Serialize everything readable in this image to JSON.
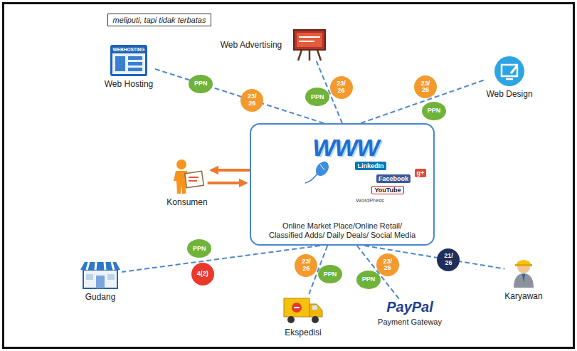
{
  "diagram": {
    "nodes": [
      {
        "text": [
          "meliputi, tapi tidak terbatas"
        ]
      },
      {
        "text": [
          "Web Advertising"
        ]
      },
      {
        "text": [
          "Web Hosting"
        ]
      },
      {
        "text": [
          "Web Design"
        ]
      },
      {
        "text": [
          "Online Market Place/Online Retail/ Classified Adds/ Daily Deals/ Social Media"
        ]
      },
      {
        "text": [
          "Konsumen"
        ]
      },
      {
        "text": [
          "Gudang"
        ]
      },
      {
        "text": [
          "Karyawan"
        ]
      },
      {
        "text": [
          "Ekspedisi"
        ]
      },
      {
        "text": [
          "PayPal",
          "Payment Gateway"
        ]
      },
      {
        "text": [
          "23/ 26"
        ]
      },
      {
        "text": [
          "PPN"
        ]
      },
      {
        "text": [
          "23/ 26"
        ]
      },
      {
        "text": [
          "PPN"
        ]
      },
      {
        "text": [
          "PPN"
        ]
      },
      {
        "text": [
          "23/ 26"
        ]
      },
      {
        "text": [
          "PPN"
        ]
      },
      {
        "text": [
          "4(2)"
        ]
      },
      {
        "text": [
          "23/ 26"
        ]
      },
      {
        "text": [
          "PPN"
        ]
      },
      {
        "text": [
          "PPN"
        ]
      },
      {
        "text": [
          "23/ 26"
        ]
      },
      {
        "text": [
          "21/ 26"
        ]
      }
    ],
    "edges": [
      {
        "from": 4,
        "to": 1,
        "arrow": "none"
      },
      {
        "from": 4,
        "to": 2,
        "arrow": "none"
      },
      {
        "from": 4,
        "to": 3,
        "arrow": "none"
      },
      {
        "from": 4,
        "to": 5,
        "arrow": "to"
      },
      {
        "from": 5,
        "to": 4,
        "arrow": "to"
      },
      {
        "from": 4,
        "to": 6,
        "arrow": "none"
      },
      {
        "from": 4,
        "to": 7,
        "arrow": "none"
      },
      {
        "from": 4,
        "to": 8,
        "arrow": "none"
      },
      {
        "from": 4,
        "to": 9,
        "arrow": "none"
      }
    ],
    "labels": [
      "WWW",
      "LinkedIn",
      "Facebook",
      "g+",
      "YouTube",
      "WordPress",
      "WEBHOSTING"
    ]
  }
}
